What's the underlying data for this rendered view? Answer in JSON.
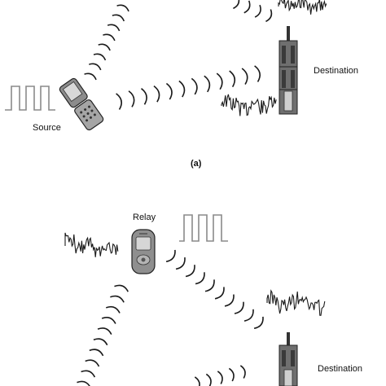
{
  "panel_top": {
    "caption": "(a)",
    "source_label": "Source",
    "destination_label": "Destination"
  },
  "panel_bottom": {
    "relay_label": "Relay",
    "destination_label": "Destination"
  },
  "colors": {
    "ink": "#1a1a1a",
    "device_body": "#9a9a9a",
    "tower_body": "#6f6f6f",
    "square_wave": "#8a8a8a"
  },
  "icons": [
    "flip-phone-icon",
    "candybar-phone-icon",
    "cell-tower-icon",
    "square-wave-icon",
    "noise-signal-icon",
    "radio-wave-arcs-icon"
  ]
}
